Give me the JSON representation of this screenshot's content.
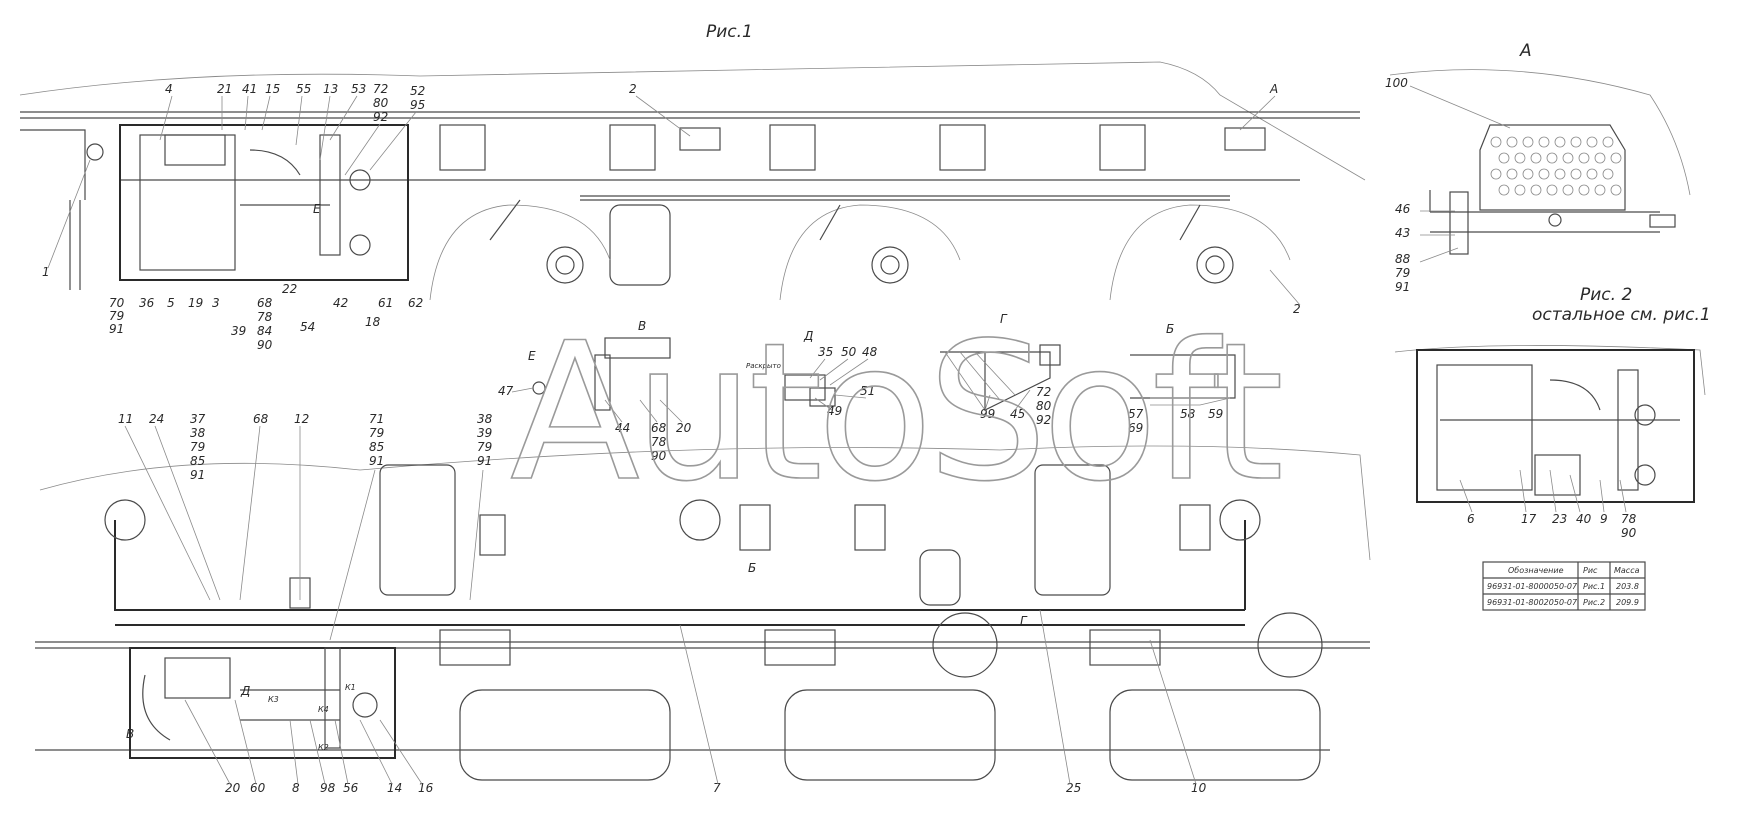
{
  "titles": {
    "fig1": "Рис.1",
    "viewA": "А",
    "fig2_line1": "Рис. 2",
    "fig2_line2": "остальное см. рис.1"
  },
  "views": {
    "v": "В",
    "d": "Д",
    "e": "Е",
    "g": "Г",
    "b": "Б",
    "a_marker": "А",
    "b_marker": "Б",
    "v_marker": "В",
    "d_marker": "Д",
    "g_marker": "Г",
    "e_marker": "Е"
  },
  "watermark": "AutoSoft",
  "small_note": "Раскрыто",
  "labels_top": [
    "4",
    "21",
    "41",
    "15",
    "55",
    "13",
    "53",
    "72",
    "80",
    "92",
    "52",
    "95",
    "2",
    "1",
    "70",
    "79",
    "91",
    "36",
    "5",
    "19",
    "3",
    "39",
    "68",
    "78",
    "84",
    "90",
    "22",
    "54",
    "42",
    "18",
    "61",
    "62",
    "2"
  ],
  "labels_viewA": [
    "100",
    "46",
    "43",
    "88",
    "79",
    "91"
  ],
  "labels_mid": [
    "Е",
    "47",
    "В",
    "44",
    "68",
    "78",
    "90",
    "20",
    "35",
    "50",
    "48",
    "51",
    "49",
    "99",
    "45",
    "72",
    "80",
    "92",
    "57",
    "69",
    "58",
    "59"
  ],
  "labels_bottom": [
    "11",
    "24",
    "37",
    "38",
    "79",
    "85",
    "91",
    "68",
    "12",
    "71",
    "79",
    "85",
    "91",
    "38",
    "39",
    "79",
    "91",
    "20",
    "60",
    "8",
    "98",
    "56",
    "14",
    "16",
    "7",
    "25",
    "10"
  ],
  "labels_fig2": [
    "6",
    "17",
    "23",
    "40",
    "9",
    "78",
    "90"
  ],
  "connectors": [
    "К3",
    "К4",
    "К1",
    "К2"
  ],
  "table": {
    "headers": [
      "Обозначение",
      "Рис",
      "Масса"
    ],
    "rows": [
      [
        "96931-01-8000050-07",
        "Рис.1",
        "203.8"
      ],
      [
        "96931-01-8002050-07",
        "Рис.2",
        "209.9"
      ]
    ]
  }
}
